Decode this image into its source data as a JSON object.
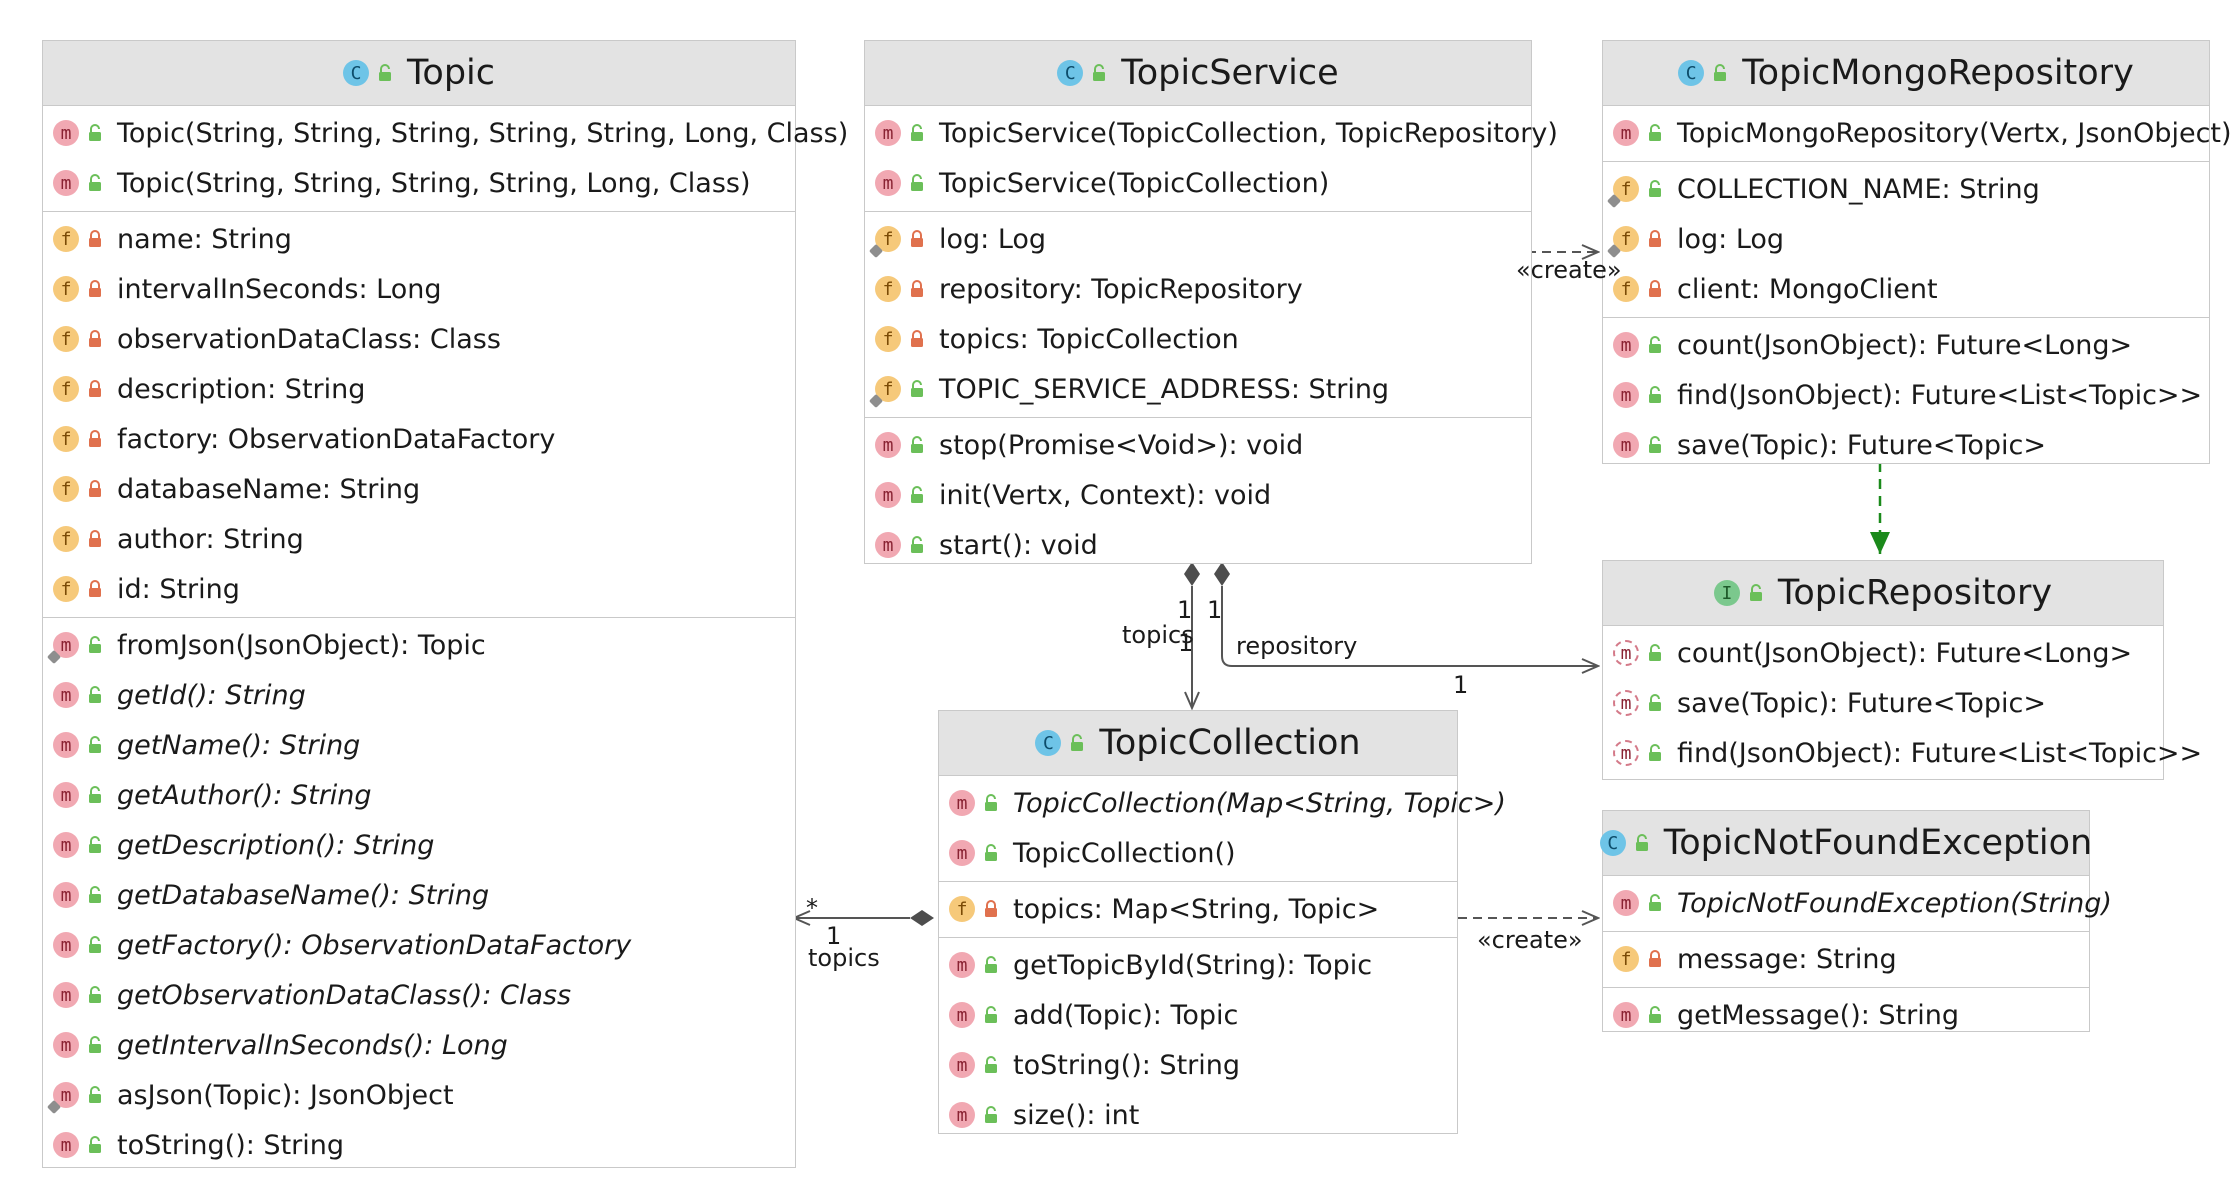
{
  "classes": {
    "topic": {
      "kind": "C",
      "name": "Topic",
      "sections": [
        [
          {
            "kind": "m",
            "visibility": "public",
            "text": "Topic(String, String, String, String, String, Long, Class)"
          },
          {
            "kind": "m",
            "visibility": "public",
            "text": "Topic(String, String, String, String, Long, Class)"
          }
        ],
        [
          {
            "kind": "f",
            "visibility": "private",
            "text": "name:  String"
          },
          {
            "kind": "f",
            "visibility": "private",
            "text": "intervalInSeconds:  Long"
          },
          {
            "kind": "f",
            "visibility": "private",
            "text": "observationDataClass:  Class"
          },
          {
            "kind": "f",
            "visibility": "private",
            "text": "description:  String"
          },
          {
            "kind": "f",
            "visibility": "private",
            "text": "factory:  ObservationDataFactory"
          },
          {
            "kind": "f",
            "visibility": "private",
            "text": "databaseName:  String"
          },
          {
            "kind": "f",
            "visibility": "private",
            "text": "author:  String"
          },
          {
            "kind": "f",
            "visibility": "private",
            "text": "id:  String"
          }
        ],
        [
          {
            "kind": "m",
            "visibility": "public",
            "static": true,
            "text": "fromJson(JsonObject):  Topic"
          },
          {
            "kind": "m",
            "visibility": "public",
            "italic": true,
            "text": "getId():  String"
          },
          {
            "kind": "m",
            "visibility": "public",
            "italic": true,
            "text": "getName():  String"
          },
          {
            "kind": "m",
            "visibility": "public",
            "italic": true,
            "text": "getAuthor():  String"
          },
          {
            "kind": "m",
            "visibility": "public",
            "italic": true,
            "text": "getDescription():  String"
          },
          {
            "kind": "m",
            "visibility": "public",
            "italic": true,
            "text": "getDatabaseName():  String"
          },
          {
            "kind": "m",
            "visibility": "public",
            "italic": true,
            "text": "getFactory():  ObservationDataFactory"
          },
          {
            "kind": "m",
            "visibility": "public",
            "italic": true,
            "text": "getObservationDataClass():  Class"
          },
          {
            "kind": "m",
            "visibility": "public",
            "italic": true,
            "text": "getIntervalInSeconds():  Long"
          },
          {
            "kind": "m",
            "visibility": "public",
            "static": true,
            "text": "asJson(Topic):  JsonObject"
          },
          {
            "kind": "m",
            "visibility": "public",
            "text": "toString():  String"
          }
        ]
      ]
    },
    "topicService": {
      "kind": "C",
      "name": "TopicService",
      "sections": [
        [
          {
            "kind": "m",
            "visibility": "public",
            "text": "TopicService(TopicCollection, TopicRepository)"
          },
          {
            "kind": "m",
            "visibility": "public",
            "text": "TopicService(TopicCollection)"
          }
        ],
        [
          {
            "kind": "f",
            "visibility": "private",
            "static": true,
            "text": "log:  Log"
          },
          {
            "kind": "f",
            "visibility": "private",
            "text": "repository:  TopicRepository"
          },
          {
            "kind": "f",
            "visibility": "private",
            "text": "topics:  TopicCollection"
          },
          {
            "kind": "f",
            "visibility": "public",
            "static": true,
            "text": "TOPIC_SERVICE_ADDRESS:  String"
          }
        ],
        [
          {
            "kind": "m",
            "visibility": "public",
            "text": "stop(Promise<Void>):  void"
          },
          {
            "kind": "m",
            "visibility": "public",
            "text": "init(Vertx, Context):  void"
          },
          {
            "kind": "m",
            "visibility": "public",
            "text": "start():  void"
          }
        ]
      ]
    },
    "topicMongoRepository": {
      "kind": "C",
      "name": "TopicMongoRepository",
      "sections": [
        [
          {
            "kind": "m",
            "visibility": "public",
            "text": "TopicMongoRepository(Vertx, JsonObject)"
          }
        ],
        [
          {
            "kind": "f",
            "visibility": "public",
            "static": true,
            "text": "COLLECTION_NAME:  String"
          },
          {
            "kind": "f",
            "visibility": "private",
            "static": true,
            "text": "log:  Log"
          },
          {
            "kind": "f",
            "visibility": "private",
            "text": "client:  MongoClient"
          }
        ],
        [
          {
            "kind": "m",
            "visibility": "public",
            "text": "count(JsonObject):  Future<Long>"
          },
          {
            "kind": "m",
            "visibility": "public",
            "text": "find(JsonObject):  Future<List<Topic>>"
          },
          {
            "kind": "m",
            "visibility": "public",
            "text": "save(Topic):  Future<Topic>"
          }
        ]
      ]
    },
    "topicRepository": {
      "kind": "I",
      "name": "TopicRepository",
      "sections": [
        [
          {
            "kind": "m",
            "visibility": "public",
            "abstract": true,
            "text": "count(JsonObject):  Future<Long>"
          },
          {
            "kind": "m",
            "visibility": "public",
            "abstract": true,
            "text": "save(Topic):  Future<Topic>"
          },
          {
            "kind": "m",
            "visibility": "public",
            "abstract": true,
            "text": "find(JsonObject):  Future<List<Topic>>"
          }
        ]
      ]
    },
    "topicCollection": {
      "kind": "C",
      "name": "TopicCollection",
      "sections": [
        [
          {
            "kind": "m",
            "visibility": "public",
            "italic": true,
            "text": "TopicCollection(Map<String, Topic>)"
          },
          {
            "kind": "m",
            "visibility": "public",
            "text": "TopicCollection()"
          }
        ],
        [
          {
            "kind": "f",
            "visibility": "private",
            "text": "topics:  Map<String, Topic>"
          }
        ],
        [
          {
            "kind": "m",
            "visibility": "public",
            "text": "getTopicById(String):  Topic"
          },
          {
            "kind": "m",
            "visibility": "public",
            "text": "add(Topic):  Topic"
          },
          {
            "kind": "m",
            "visibility": "public",
            "text": "toString():  String"
          },
          {
            "kind": "m",
            "visibility": "public",
            "text": "size():  int"
          }
        ]
      ]
    },
    "topicNotFoundException": {
      "kind": "C",
      "name": "TopicNotFoundException",
      "sections": [
        [
          {
            "kind": "m",
            "visibility": "public",
            "italic": true,
            "text": "TopicNotFoundException(String)"
          }
        ],
        [
          {
            "kind": "f",
            "visibility": "private",
            "text": "message:  String"
          }
        ],
        [
          {
            "kind": "m",
            "visibility": "public",
            "text": "getMessage():  String"
          }
        ]
      ]
    }
  },
  "edges": {
    "service_collection": {
      "role": "topics",
      "source_mult": "1",
      "target_mult": "1"
    },
    "service_repository": {
      "role": "repository",
      "source_mult": "1",
      "target_mult": "1"
    },
    "service_mongo": {
      "stereotype": "«create»"
    },
    "collection_topic": {
      "role": "topics",
      "source_mult": "1",
      "target_mult": "*"
    },
    "collection_exception": {
      "stereotype": "«create»"
    }
  },
  "colors": {
    "header": "#e3e3e3",
    "border": "#c9c9c9",
    "method_icon": "#f1a8b2",
    "field_icon": "#f6c97a",
    "class_icon": "#6ec4e7",
    "interface_icon": "#7bc88d",
    "public_lock": "#6bbf59",
    "private_lock": "#e0714e",
    "realization_edge": "#1b8a1b",
    "edge": "#555555"
  }
}
